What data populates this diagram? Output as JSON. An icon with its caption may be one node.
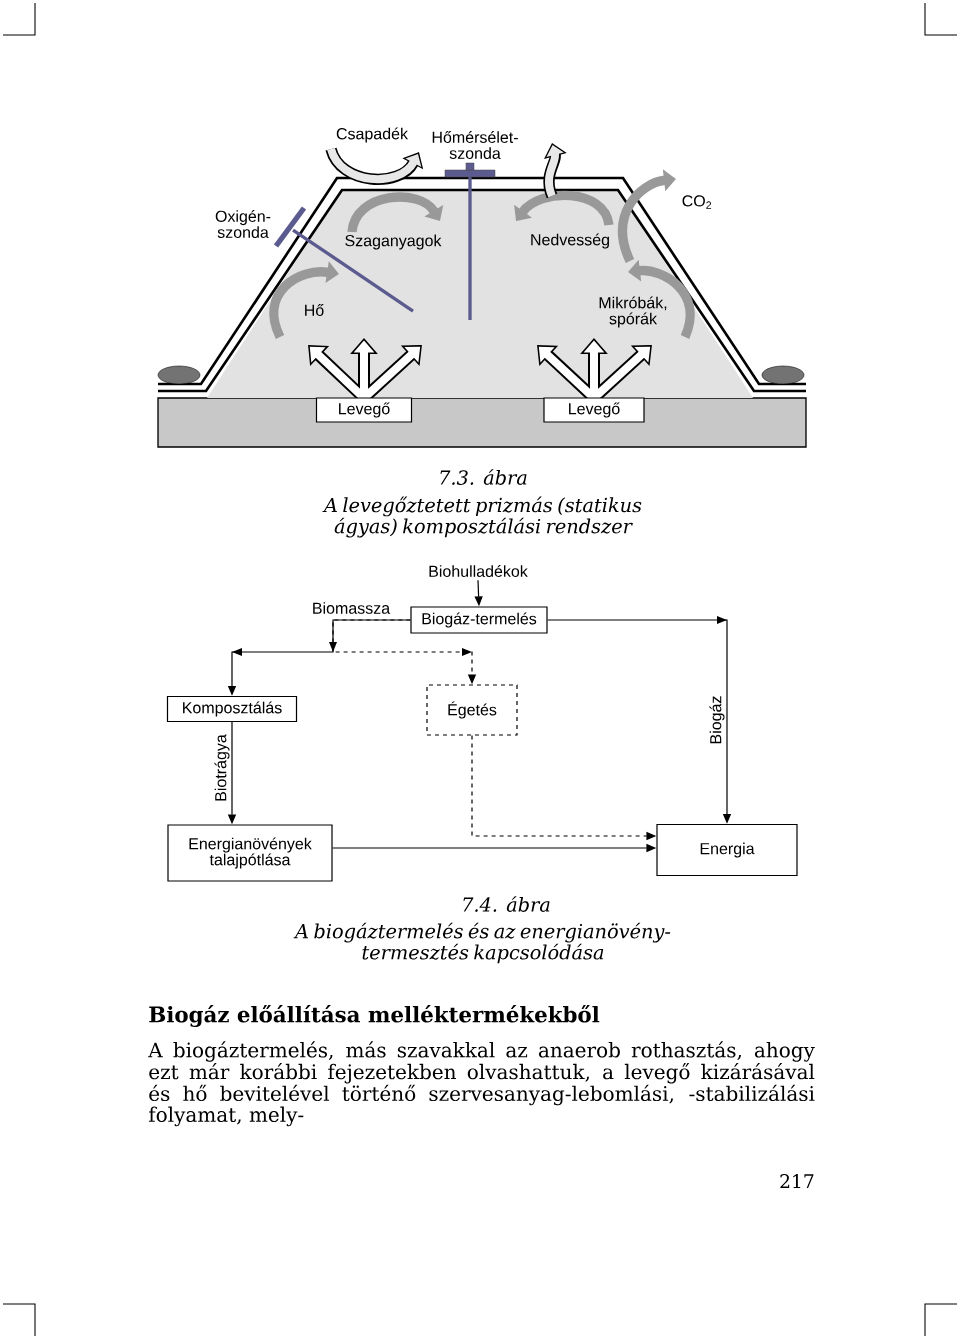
{
  "diagram": {
    "nodes": [
      {
        "text": [
          "Levegő"
        ]
      },
      {
        "text": [
          "Levegő"
        ]
      },
      {
        "text": [
          "Biohulladékok"
        ]
      },
      {
        "text": [
          "Biogáz-termelés"
        ]
      },
      {
        "text": [
          "Komposztálás"
        ]
      },
      {
        "text": [
          "Égetés"
        ]
      },
      {
        "text": [
          "Energianövények talajpótlása"
        ]
      },
      {
        "text": [
          "Energia"
        ]
      }
    ],
    "edges": [
      {
        "from": 2,
        "to": 3,
        "arrow": "to"
      },
      {
        "from": 3,
        "to": 4,
        "arrow": "to",
        "label": "Biomassza"
      },
      {
        "from": 3,
        "to": 5,
        "arrow": "to",
        "style": "dashed"
      },
      {
        "from": 3,
        "to": 7,
        "arrow": "to",
        "label": "Biogáz"
      },
      {
        "from": 4,
        "to": 6,
        "arrow": "to",
        "label": "Biotrágya"
      },
      {
        "from": 5,
        "to": 7,
        "arrow": "to",
        "style": "dashed"
      },
      {
        "from": 6,
        "to": 7,
        "arrow": "to"
      }
    ],
    "labels": [
      "Csapadék",
      "Hőmérsélet-szonda",
      "CO$_{2}$",
      "Oxigén-szonda",
      "Szaganyagok",
      "Nedvesség",
      "Hő",
      "Mikróbák, spórák",
      "7.3. ábra",
      "A levegőztetett prizmás (statikus ágyas) komposztálási rendszer",
      "7.4. ábra",
      "A biogáztermelés és az energianövény-termesztés kapcsolódása",
      "Biogáz előállítása melléktermékekből",
      "A biogáztermelés, más szavakkal az anaerob rothasztás, ahogy ezt már korábbi fejezetekben olvashattuk, a levegő kizárásával és hő bevitelével történő szervesanyag-lebomlási, -stabilizálási folyamat, mely-",
      "217"
    ]
  }
}
